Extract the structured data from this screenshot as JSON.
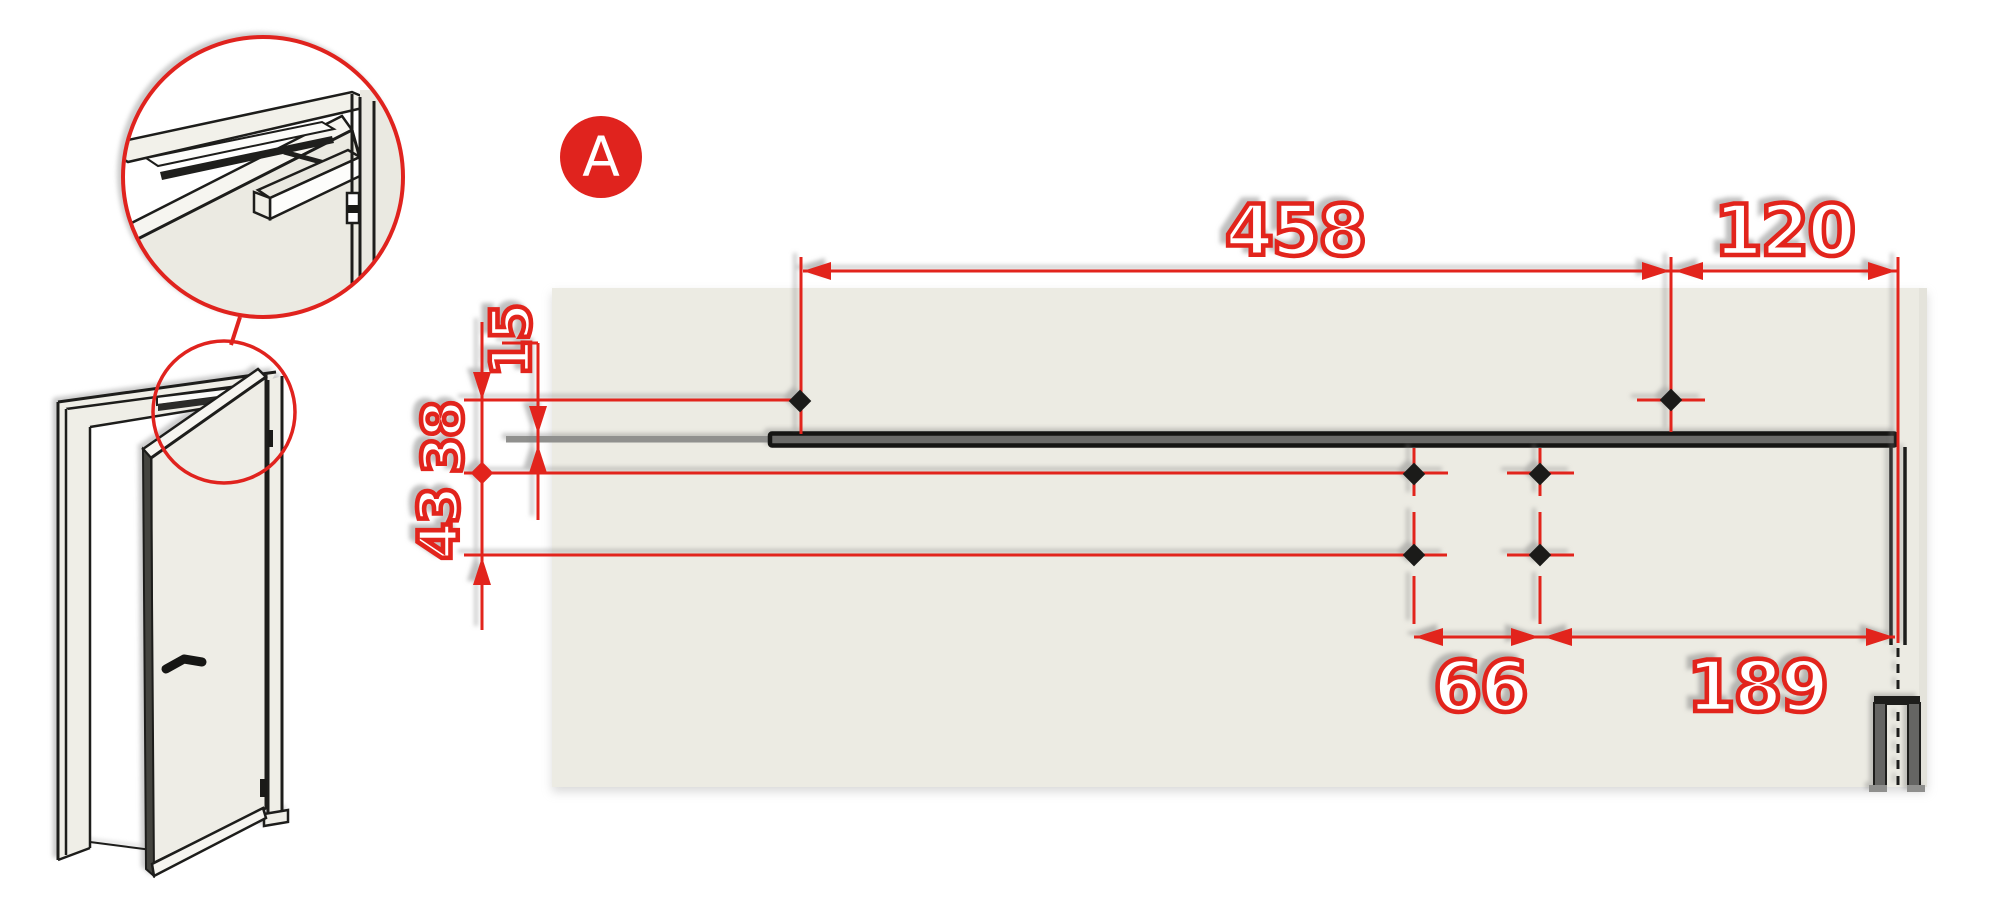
{
  "badge": {
    "label": "A"
  },
  "icons": [
    "detail-callout-circle-large",
    "detail-callout-circle-small",
    "marker-a-badge",
    "dimension-arrows",
    "drill-point-cross-markers"
  ],
  "colors": {
    "accent_red": "#E2241C",
    "wall_beige": "#ECEBE3",
    "rail_gray": "#6B6B69",
    "line_black": "#1D1D1B",
    "badge_red": "#E0231E"
  },
  "dimensions": {
    "top_span": "458",
    "top_right_span": "120",
    "rail_offset": "15",
    "upper_offset": "38",
    "lower_offset": "43",
    "hole_spacing": "66",
    "edge_distance": "189"
  },
  "illustration": {
    "left_scene": "open door with overhead closer, magnified detail of slide-rail closer at top corner",
    "right_scene": "top view of wall with slide rail, door frame and door leaf section, red drilling dimensions"
  }
}
